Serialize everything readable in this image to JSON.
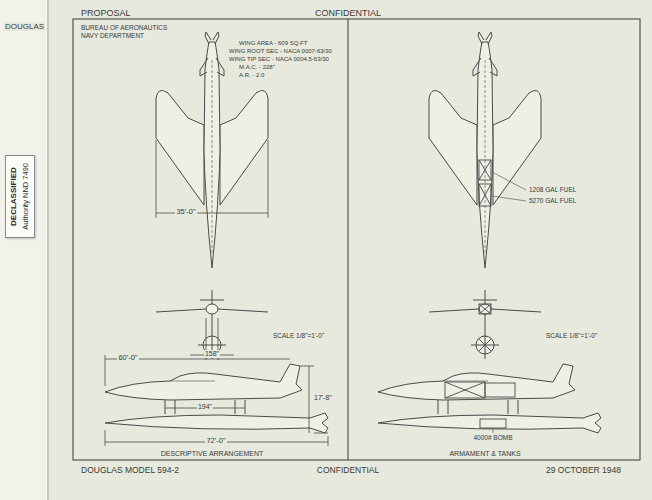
{
  "diagram": {
    "nodes": [
      {
        "text": [
          "DECLASSIFIED",
          "Authority NND 7490"
        ]
      }
    ],
    "labels": [
      "PROPOSAL",
      "CONFIDENTIAL",
      "DOUGLAS",
      "BUREAU OF AERONAUTICS",
      "NAVY DEPARTMENT",
      "WING AREA - 609 SQ.FT",
      "WING ROOT SEC - NACA 0007-63/30",
      "WING TIP SEC - NACA 0004.5-63/30",
      "M.A.C. - 228\"",
      "A.R. - 2.0",
      "35'-0\"",
      "158\"",
      "SCALE 1/8\"=1'-0\"",
      "60'-0\"",
      "17'-8\"",
      "194\"",
      "72'-0\"",
      "DESCRIPTIVE ARRANGEMENT",
      "1208 GAL FUEL",
      "5270 GAL FUEL",
      "SCALE 1/8\"=1'-0\"",
      "4000# BOMB",
      "ARMAMENT & TANKS",
      "DOUGLAS MODEL 594-2",
      "CONFIDENTIAL",
      "29 OCTOBER 1948"
    ]
  }
}
